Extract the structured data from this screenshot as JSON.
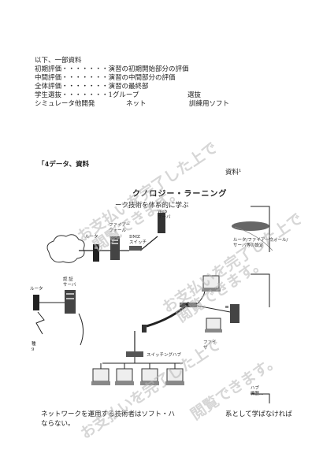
{
  "intro": {
    "line0": "以下、一部資料",
    "line1": "初期評価・・・・・・・演習の初期開始部分の評価",
    "line2": "中間評価・・・・・・・演習の中間部分の評価",
    "line3": "全体評価・・・・・・・演習の最終部",
    "line4a": "学生選抜・・・・・・・1グループ",
    "line4b": "選抜",
    "line5a": "シミュレータ他開発",
    "line5b": "ネット",
    "line5c": "訓練用ソフト"
  },
  "section": {
    "heading": "「4データ、資料",
    "material_label": "資料¹",
    "title": "クノロジー・ラーニング",
    "subtitle": "ーク技術を体系的に学ぶ"
  },
  "diagram": {
    "router_label": "ルータ",
    "firewall_label": "ファイアー\nウォール",
    "dmz_label": "DMZ\nスイッチ",
    "web_label": "Web\nサーバ",
    "left_router_label": "ルータ",
    "auth_label": "認 証\nサーバ",
    "switching_hub_label": "スイッチングハブ",
    "file_label": "ファイ\nザ",
    "router_list": "ルータ/ファイアーウォール/\nサーバ等の設定",
    "bottom_left_label": "種\n9",
    "bottom_right_label": "ハブ\n機器…"
  },
  "footer": {
    "line1a": "ネットワークを運用する技術者はソフト・ハ",
    "line1b": "系として学ばなければ",
    "line2": "ならない。"
  },
  "watermarks": [
    "お支払いを完了した上で",
    "閲覧できます。",
    "お支払いを完了した上で",
    "閲覧できます。",
    "お支払いを完了した上で",
    "閲覧できます。"
  ]
}
